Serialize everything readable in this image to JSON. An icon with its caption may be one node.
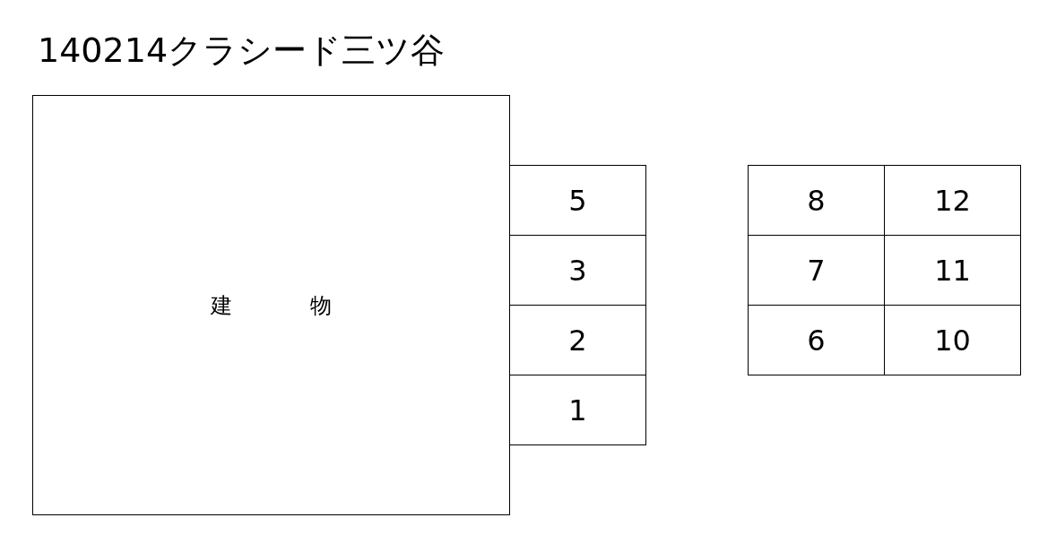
{
  "diagram": {
    "title": "140214クラシード三ツ谷",
    "nodes": [
      {
        "text": [
          "建 物"
        ]
      },
      {
        "text": [
          "5"
        ]
      },
      {
        "text": [
          "8"
        ]
      },
      {
        "text": [
          "12"
        ]
      },
      {
        "text": [
          "3"
        ]
      },
      {
        "text": [
          "7"
        ]
      },
      {
        "text": [
          "11"
        ]
      },
      {
        "text": [
          "2"
        ]
      },
      {
        "text": [
          "6"
        ]
      },
      {
        "text": [
          "10"
        ]
      },
      {
        "text": [
          "1"
        ]
      }
    ]
  }
}
